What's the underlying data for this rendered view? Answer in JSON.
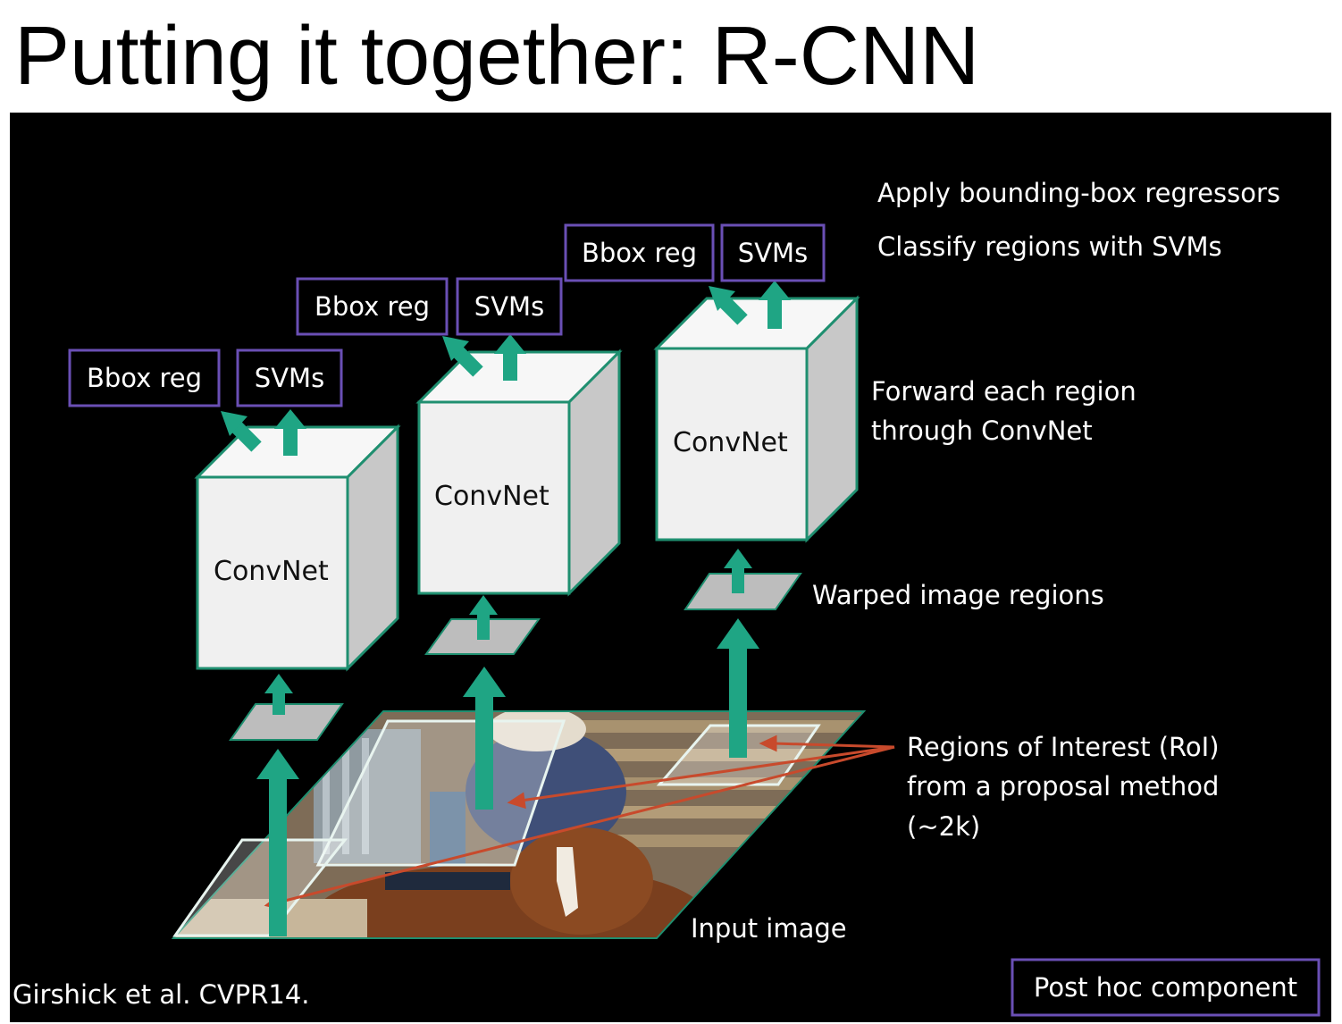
{
  "title": "Putting it together: R-CNN",
  "labels": {
    "apply_bbox": "Apply bounding-box regressors",
    "classify": "Classify regions with SVMs",
    "forward_1": "Forward each region",
    "forward_2": "through ConvNet",
    "warped": "Warped image regions",
    "roi_1": "Regions of Interest (RoI)",
    "roi_2": "from a proposal method",
    "roi_3": "(~2k)",
    "input_image": "Input image",
    "citation": "Girshick et al. CVPR14.",
    "post_hoc": "Post hoc component"
  },
  "columns": [
    {
      "convnet": "ConvNet",
      "bbox": "Bbox reg",
      "svms": "SVMs"
    },
    {
      "convnet": "ConvNet",
      "bbox": "Bbox reg",
      "svms": "SVMs"
    },
    {
      "convnet": "ConvNet",
      "bbox": "Bbox reg",
      "svms": "SVMs"
    }
  ],
  "colors": {
    "background": "#000000",
    "arrow": "#1fa584",
    "cube_front": "#f0f0f0",
    "cube_side": "#c8c8c8",
    "post_hoc_border": "#6a4fb5",
    "pointer": "#c84a2c"
  }
}
